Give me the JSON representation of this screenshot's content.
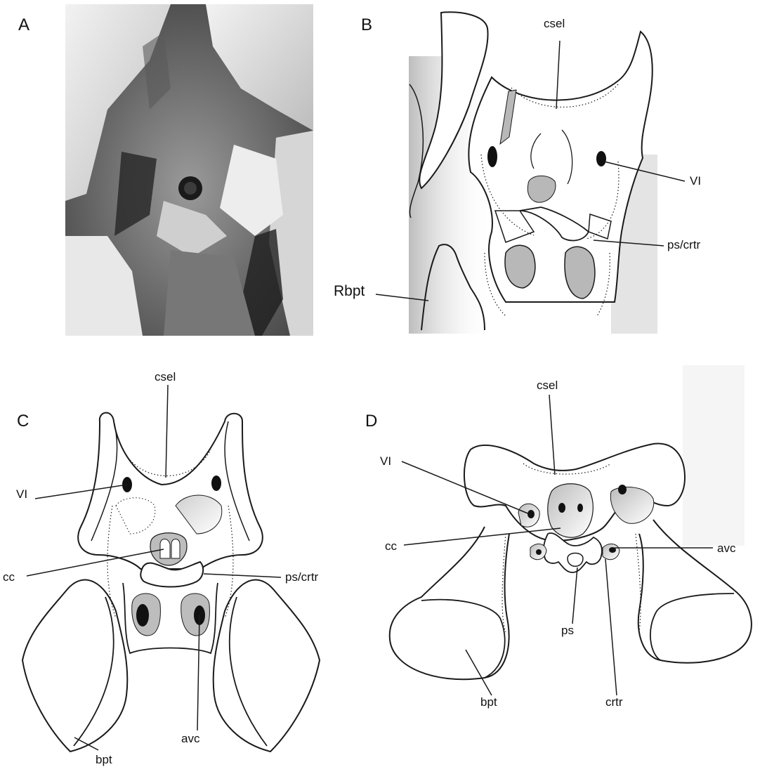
{
  "panels": {
    "A": {
      "letter": "A"
    },
    "B": {
      "letter": "B",
      "labels": {
        "csel": "csel",
        "vi": "VI",
        "ps_crtr": "ps/crtr",
        "rbpt": "Rbpt"
      }
    },
    "C": {
      "letter": "C",
      "labels": {
        "csel": "csel",
        "vi": "VI",
        "cc": "cc",
        "ps_crtr": "ps/crtr",
        "avc": "avc",
        "bpt": "bpt"
      }
    },
    "D": {
      "letter": "D",
      "labels": {
        "csel": "csel",
        "vi": "VI",
        "cc": "cc",
        "avc": "avc",
        "ps": "ps",
        "bpt": "bpt",
        "crtr": "crtr"
      }
    }
  },
  "colors": {
    "foramen": "#111111",
    "fossa": "#b8b8b8",
    "outline": "#1a1a1a",
    "shade": "#d9d9d9"
  }
}
